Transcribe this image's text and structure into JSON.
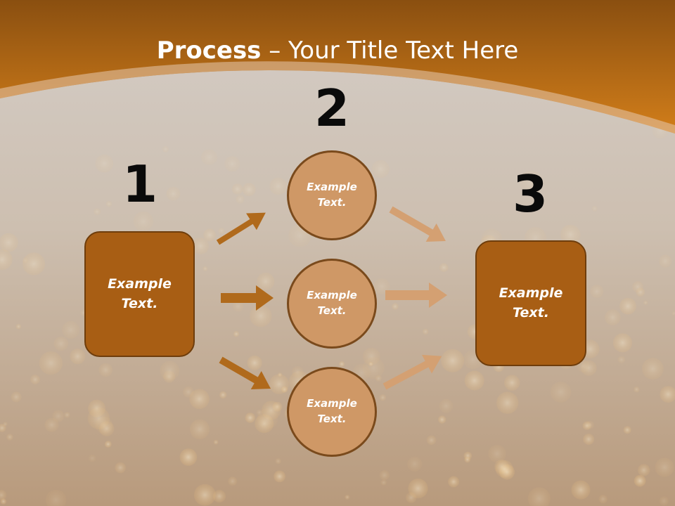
{
  "slide": {
    "title_bold": "Process",
    "title_rest": " – Your Title Text Here",
    "steps": [
      {
        "number": "1",
        "text": "Example\nText."
      },
      {
        "number": "2",
        "items": [
          "Example\nText.",
          "Example\nText.",
          "Example\nText."
        ]
      },
      {
        "number": "3",
        "text": "Example\nText."
      }
    ]
  },
  "colors": {
    "header": "#bf7118",
    "box_fill": "#a85e14",
    "circle_fill": "#cf9866",
    "arrow_dark": "#b06a1c",
    "arrow_light": "#d4a072"
  }
}
